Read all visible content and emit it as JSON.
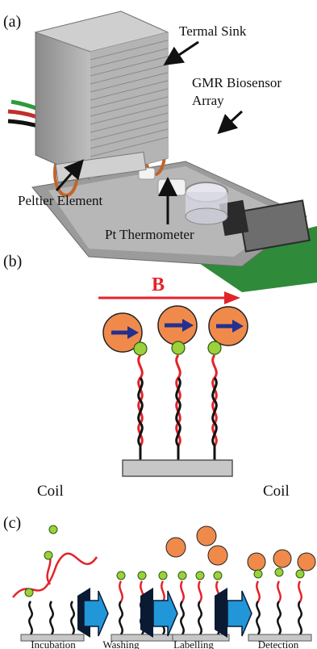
{
  "panel_a": {
    "label": "(a)",
    "thermal_sink": "Termal Sink",
    "gmr_line1": "GMR Biosensor",
    "gmr_line2": "Array",
    "peltier": "Peltier Element",
    "thermometer": "Pt Thermometer"
  },
  "panel_b": {
    "label": "(b)",
    "field": "B",
    "coil_left": "Coil",
    "coil_right": "Coil"
  },
  "panel_c": {
    "label": "(c)",
    "steps": [
      "Incubation",
      "Washing",
      "Labelling",
      "Detection"
    ]
  },
  "colors": {
    "field_arrow": "#e3232a",
    "bead_fill": "#f08a4b",
    "bead_arrow": "#23308f",
    "linker": "#9bd13a",
    "dna_red": "#e3232a",
    "dna_black": "#111111",
    "substrate": "#c7c7c7",
    "step_arrow": "#2196d8",
    "chevron": "#0a1a33",
    "heatsink": "#a9a9a9",
    "pcb": "#2f8a3a",
    "copper_coil": "#c0652a"
  }
}
